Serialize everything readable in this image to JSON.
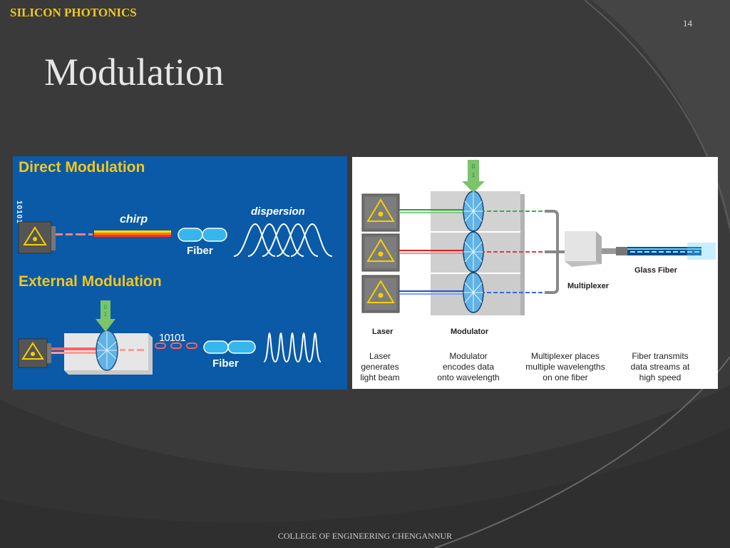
{
  "slide": {
    "header": "SILICON PHOTONICS",
    "number": "14",
    "title": "Modulation",
    "footer": "COLLEGE OF ENGINEERING CHENGANNUR"
  },
  "left_figure": {
    "direct_heading": "Direct Modulation",
    "bits_vertical": "10101",
    "chirp": "chirp",
    "dispersion": "dispersion",
    "fiber_top": "Fiber",
    "external_heading": "External Modulation",
    "bits_horizontal": "10101",
    "fiber_bottom": "Fiber"
  },
  "right_figure": {
    "laser_label": "Laser",
    "modulator_label": "Modulator",
    "multiplexer_label": "Multiplexer",
    "glass_fiber_label": "Glass Fiber",
    "captions": [
      [
        "Laser",
        "generates",
        "light beam"
      ],
      [
        "Modulator",
        "encodes data",
        "onto wavelength"
      ],
      [
        "Multiplexer places",
        "multiple wavelengths",
        "on one fiber"
      ],
      [
        "Fiber transmits",
        "data streams at",
        "high speed"
      ]
    ]
  },
  "colors": {
    "background": "#3b3b3b",
    "header": "#f3c81a",
    "left_panel": "#0a5aa8",
    "heading_yellow": "#f5c518"
  }
}
